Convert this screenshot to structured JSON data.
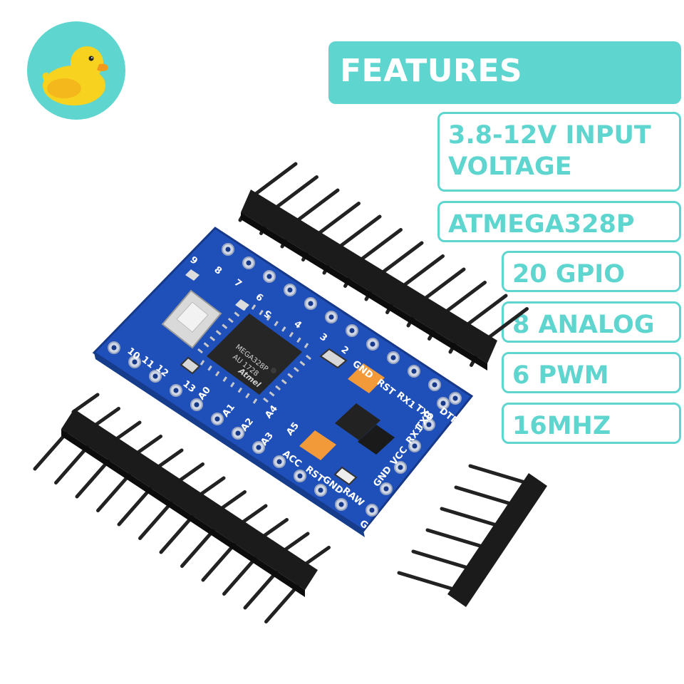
{
  "features": {
    "title": "FEATURES",
    "items": [
      "3.8-12V INPUT\nVOLTAGE",
      "ATMEGA328P",
      "20 GPIO",
      "8 ANALOG",
      "6 PWM",
      "16MHZ"
    ]
  },
  "board": {
    "chip_lines": [
      "MEGA328P",
      "AU 1728",
      "Atmel"
    ],
    "pin_labels": [
      "GND",
      "RST",
      "RX1",
      "TX0",
      "DTR",
      "TX0",
      "RX1",
      "VCC",
      "GND",
      "RAW",
      "GND",
      "ACC",
      "RST",
      "GND",
      "A0",
      "A1",
      "A2",
      "A3",
      "A4",
      "A5",
      "2",
      "3",
      "4",
      "5",
      "6",
      "7",
      "8",
      "9",
      "10",
      "11",
      "12",
      "13"
    ]
  },
  "colors": {
    "accent": "#5ed6cf",
    "pcb": "#1f4fb8",
    "duck": "#f7d21f"
  }
}
